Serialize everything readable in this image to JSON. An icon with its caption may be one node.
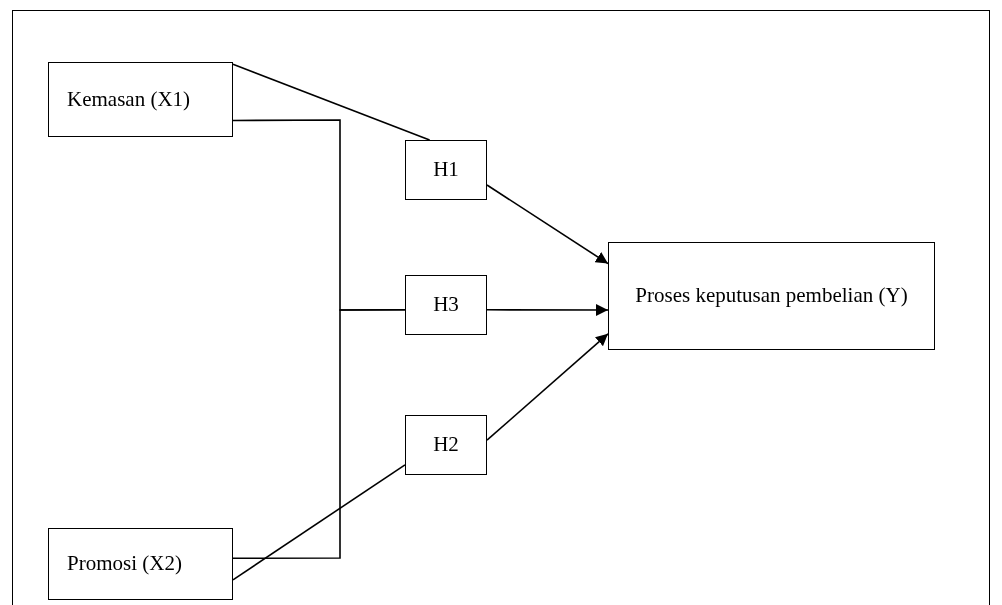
{
  "diagram": {
    "nodes": [
      {
        "text": [
          "Kemasan (X1)"
        ]
      },
      {
        "text": [
          "Promosi (X2)"
        ]
      },
      {
        "text": [
          "Proses keputusan pembelian (Y)"
        ]
      },
      {
        "text": [
          "H1"
        ]
      },
      {
        "text": [
          "H3"
        ]
      },
      {
        "text": [
          "H2"
        ]
      }
    ],
    "edges": [
      {
        "from": 0,
        "to": 3,
        "arrow": "none"
      },
      {
        "from": 3,
        "to": 2,
        "arrow": "to"
      },
      {
        "from": 0,
        "to": 4,
        "arrow": "none"
      },
      {
        "from": 1,
        "to": 4,
        "arrow": "none"
      },
      {
        "from": 4,
        "to": 2,
        "arrow": "to"
      },
      {
        "from": 1,
        "to": 5,
        "arrow": "none"
      },
      {
        "from": 5,
        "to": 2,
        "arrow": "to"
      }
    ]
  }
}
